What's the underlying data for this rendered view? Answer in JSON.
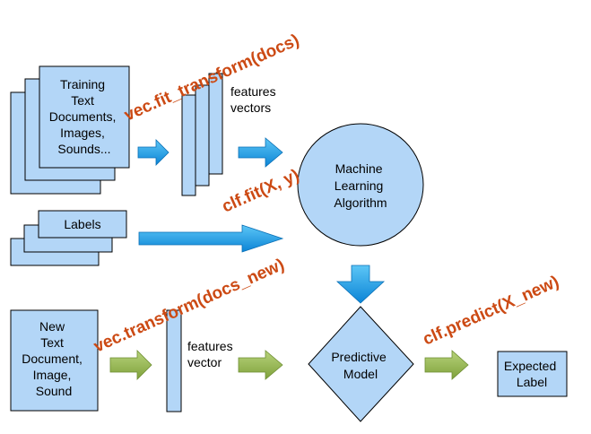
{
  "training": {
    "lines": [
      "Training",
      "Text",
      "Documents,",
      "Images,",
      "Sounds..."
    ]
  },
  "features_top": {
    "lines": [
      "features",
      "vectors"
    ]
  },
  "labels": {
    "text": "Labels"
  },
  "ml_algorithm": {
    "lines": [
      "Machine",
      "Learning",
      "Algorithm"
    ]
  },
  "new_doc": {
    "lines": [
      "New",
      "Text",
      "Document,",
      "Image,",
      "Sound"
    ]
  },
  "features_bottom": {
    "lines": [
      "features",
      "vector"
    ]
  },
  "predictive_model": {
    "lines": [
      "Predictive",
      "Model"
    ]
  },
  "expected_label": {
    "lines": [
      "Expected",
      "Label"
    ]
  },
  "code": {
    "fit_transform": "vec.fit_transform(docs)",
    "fit": "clf.fit(X, y)",
    "transform": "vec.transform(docs_new)",
    "predict": "clf.predict(X_new)"
  },
  "colors": {
    "box_fill": "#b3d6f7",
    "arrow_blue": "#1c9be8",
    "arrow_green": "#9bbb59",
    "code_text": "#cc4a14"
  }
}
